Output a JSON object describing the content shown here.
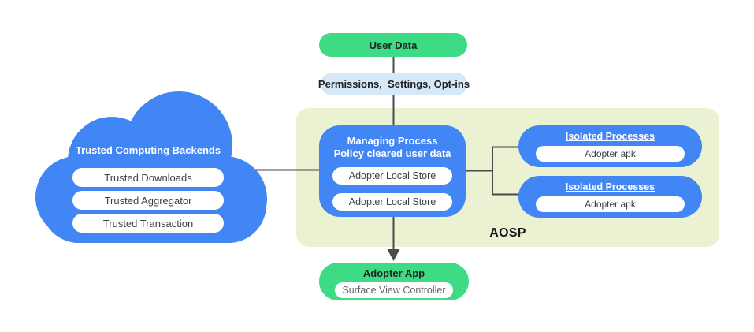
{
  "colors": {
    "blue": "#4285f4",
    "green": "#3ddc84",
    "light_blue": "#d7e9f8",
    "aosp_background": "#ebf2d1",
    "connector_line": "#4a4a4a",
    "text_dark": "#202124",
    "text_gray": "#3c4043"
  },
  "nodes": {
    "user_data": {
      "label": "User Data"
    },
    "permissions": {
      "label": "Permissions,  Settings, Opt-ins"
    },
    "cloud": {
      "title": "Trusted Computing Backends",
      "items": [
        "Trusted Downloads",
        "Trusted Aggregator",
        "Trusted Transaction"
      ]
    },
    "aosp": {
      "label": "AOSP",
      "managing_process": {
        "title_line1": "Managing Process",
        "title_line2": "Policy cleared user data",
        "stores": [
          "Adopter Local Store",
          "Adopter Local Store"
        ]
      },
      "isolated_processes": [
        {
          "title": "Isolated Processes",
          "item": "Adopter apk"
        },
        {
          "title": "Isolated Processes",
          "item": "Adopter apk"
        }
      ]
    },
    "adopter_app": {
      "title": "Adopter App",
      "item": "Surface View Controller"
    }
  }
}
